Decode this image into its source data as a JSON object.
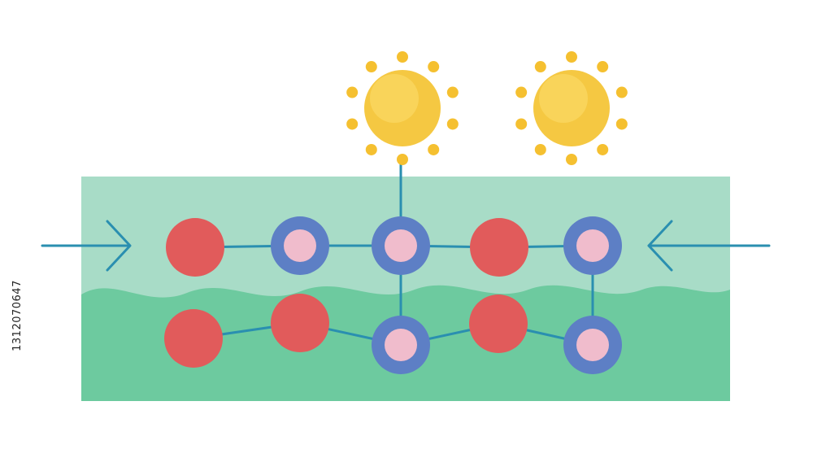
{
  "colors": {
    "background": "#ffffff",
    "layer_upper": "#a8dcc7",
    "layer_lower": "#6dca9f",
    "connector": "#2a8fb0",
    "node_red": "#e15b5b",
    "node_ring": "#5d7fc5",
    "node_core": "#f0bccc",
    "sun": "#f5c842",
    "sun_ray": "#f5c030"
  },
  "icons": [
    "sun-icon",
    "right-arrow-icon",
    "left-arrow-icon"
  ],
  "nodes": [
    {
      "id": "r1",
      "kind": "solid"
    },
    {
      "id": "b1",
      "kind": "ringed"
    },
    {
      "id": "b2",
      "kind": "ringed"
    },
    {
      "id": "r2",
      "kind": "solid"
    },
    {
      "id": "b3",
      "kind": "ringed"
    },
    {
      "id": "r3",
      "kind": "solid"
    },
    {
      "id": "r4",
      "kind": "solid"
    },
    {
      "id": "b4",
      "kind": "ringed"
    },
    {
      "id": "r5",
      "kind": "solid"
    },
    {
      "id": "b5",
      "kind": "ringed"
    }
  ],
  "edges": [
    [
      "r1",
      "b1"
    ],
    [
      "b1",
      "b2"
    ],
    [
      "b2",
      "r2"
    ],
    [
      "r2",
      "b3"
    ],
    [
      "r3",
      "r4"
    ],
    [
      "r4",
      "b4"
    ],
    [
      "b4",
      "r5"
    ],
    [
      "r5",
      "b5"
    ],
    [
      "b2",
      "b4"
    ],
    [
      "b3",
      "b5"
    ],
    [
      "sun1",
      "b2"
    ]
  ],
  "watermark": {
    "id_text": "1312070647"
  }
}
